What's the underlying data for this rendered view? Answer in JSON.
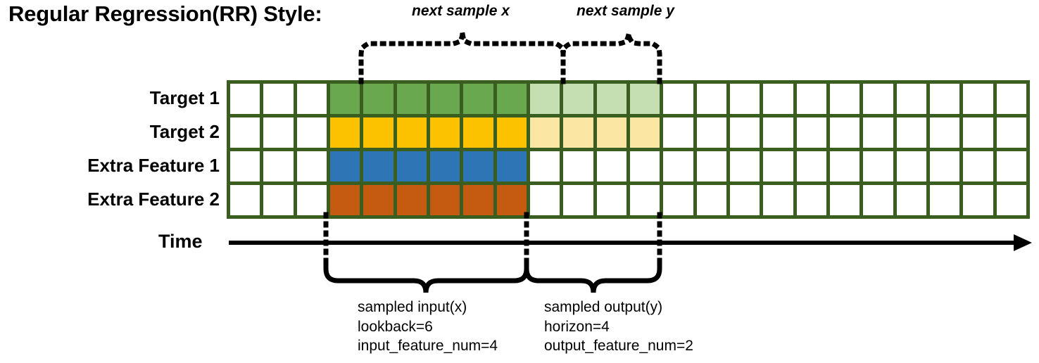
{
  "title": "Regular Regression(RR) Style:",
  "annotations": {
    "top_left_brace": "next sample x",
    "top_right_brace": "next sample y"
  },
  "rows": [
    {
      "name": "Target 1",
      "label": "Target 1"
    },
    {
      "name": "Target 2",
      "label": "Target 2"
    },
    {
      "name": "Extra Feature 1",
      "label": "Extra Feature 1"
    },
    {
      "name": "Extra Feature 2",
      "label": "Extra Feature 2"
    }
  ],
  "axis": {
    "label": "Time"
  },
  "grid": {
    "columns": 24,
    "rows": 4,
    "border_color": "#3a5d20",
    "empty_color": "#ffffff",
    "segments": {
      "pad_left": 3,
      "lookback": 6,
      "horizon": 4,
      "pad_right": 11
    },
    "row_fills": [
      {
        "row": "Target 1",
        "input_color": "#6aa84f",
        "output_color": "#c5dfb3",
        "cells": [
          "empty",
          "empty",
          "empty",
          "input",
          "input",
          "input",
          "input",
          "input",
          "input",
          "output",
          "output",
          "output",
          "output",
          "empty",
          "empty",
          "empty",
          "empty",
          "empty",
          "empty",
          "empty",
          "empty",
          "empty",
          "empty",
          "empty"
        ]
      },
      {
        "row": "Target 2",
        "input_color": "#fcc200",
        "output_color": "#fce6a4",
        "cells": [
          "empty",
          "empty",
          "empty",
          "input",
          "input",
          "input",
          "input",
          "input",
          "input",
          "output",
          "output",
          "output",
          "output",
          "empty",
          "empty",
          "empty",
          "empty",
          "empty",
          "empty",
          "empty",
          "empty",
          "empty",
          "empty",
          "empty"
        ]
      },
      {
        "row": "Extra Feature 1",
        "input_color": "#2e75b6",
        "output_color": null,
        "cells": [
          "empty",
          "empty",
          "empty",
          "input",
          "input",
          "input",
          "input",
          "input",
          "input",
          "empty",
          "empty",
          "empty",
          "empty",
          "empty",
          "empty",
          "empty",
          "empty",
          "empty",
          "empty",
          "empty",
          "empty",
          "empty",
          "empty",
          "empty"
        ]
      },
      {
        "row": "Extra Feature 2",
        "input_color": "#c55a11",
        "output_color": null,
        "cells": [
          "empty",
          "empty",
          "empty",
          "input",
          "input",
          "input",
          "input",
          "input",
          "input",
          "empty",
          "empty",
          "empty",
          "empty",
          "empty",
          "empty",
          "empty",
          "empty",
          "empty",
          "empty",
          "empty",
          "empty",
          "empty",
          "empty",
          "empty"
        ]
      }
    ]
  },
  "captions": {
    "input": {
      "line1": "sampled input(x)",
      "line2": "lookback=6",
      "line3": "input_feature_num=4"
    },
    "output": {
      "line1": "sampled output(y)",
      "line2": "horizon=4",
      "line3": "output_feature_num=2"
    }
  }
}
